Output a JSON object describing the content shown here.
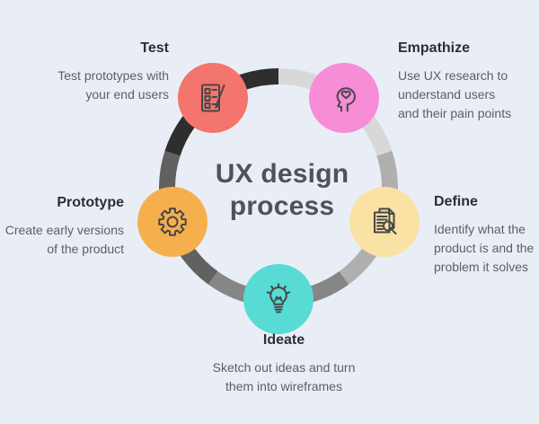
{
  "title": {
    "line1": "UX design",
    "line2": "process",
    "color": "#515157"
  },
  "background_color": "#E9EEF6",
  "icon_stroke_color": "#474747",
  "text_colors": {
    "heading": "#2D2E33",
    "body": "#5A5F66"
  },
  "steps": [
    {
      "label": "Empathize",
      "description_lines": [
        "Use UX research to",
        "understand users",
        "and their pain points"
      ],
      "circle_color": "#F78CD7",
      "segment_color": "#D8D8D8",
      "icon": "head-heart-icon"
    },
    {
      "label": "Define",
      "description_lines": [
        "Identify what the",
        "product is and the",
        "problem it solves"
      ],
      "circle_color": "#FAE2A4",
      "segment_color": "#AFAFAF",
      "icon": "document-magnifier-icon"
    },
    {
      "label": "Ideate",
      "description_lines": [
        "Sketch out ideas and turn",
        "them into wireframes"
      ],
      "circle_color": "#58DBD4",
      "segment_color": "#868686",
      "icon": "lightbulb-icon"
    },
    {
      "label": "Prototype",
      "description_lines": [
        "Create early versions",
        "of the product"
      ],
      "circle_color": "#F6AF4D",
      "segment_color": "#616161",
      "icon": "gear-icon"
    },
    {
      "label": "Test",
      "description_lines": [
        "Test prototypes with",
        "your end users"
      ],
      "circle_color": "#F4746E",
      "segment_color": "#2E2E2E",
      "icon": "checklist-pen-icon"
    }
  ]
}
